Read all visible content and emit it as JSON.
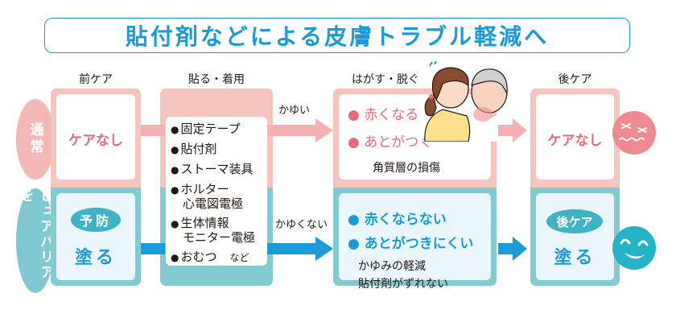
{
  "title": "貼付剤などによる皮膚トラブル軽減へ",
  "columns": {
    "pre_care": "前ケア",
    "apply": "貼る・着用",
    "remove": "はがす・脱ぐ",
    "post_care": "後ケア"
  },
  "rows": {
    "normal": "通常",
    "purebarrier": "ピュアバリアを"
  },
  "normal": {
    "pre_care": "ケアなし",
    "arrow_label": "かゆい",
    "effects": [
      "赤くなる",
      "あとがつく"
    ],
    "note": "角質層の損傷",
    "post_care": "ケアなし",
    "face": "unhappy-face-icon"
  },
  "apply_items": {
    "items": [
      "固定テープ",
      "貼付剤",
      "ストーマ装具",
      "ホルター",
      "心電図電極",
      "生体情報",
      "モニター電極",
      "おむつ"
    ],
    "etc": "など"
  },
  "purebarrier": {
    "pre_badge": "予防",
    "pre_action": "塗る",
    "arrow_label": "かゆくない",
    "effects": [
      "赤くならない",
      "あとがつきにくい"
    ],
    "notes": [
      "かゆみの軽減",
      "貼付剤がずれない"
    ],
    "post_badge": "後ケア",
    "post_action": "塗る",
    "face": "happy-face-icon"
  },
  "colors": {
    "accent_blue": "#1a9bd7",
    "pink": "#f5c4bd",
    "teal": "#84cbd1",
    "pink_text": "#e56b7a"
  }
}
